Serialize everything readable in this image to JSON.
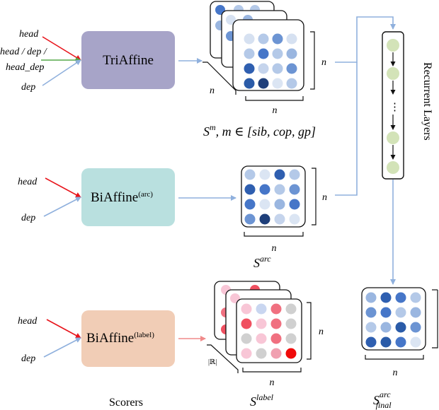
{
  "colors": {
    "head_arrow": "#e8141b",
    "dep_arrow": "#8fb0dd",
    "mixed_arrow": "#55a84a",
    "triaffine_box": "#a7a4c8",
    "biaffine_arc_box": "#b9e0df",
    "biaffine_label_box": "#f1cdb6",
    "connector": "#8fb0dd",
    "label_arrow": "#f08a8a",
    "rnn_node": "#d3e3b8"
  },
  "scorers": {
    "triaffine": {
      "label": "TriAffine",
      "inputs": {
        "head": "head",
        "mixed_line1": "head / dep /",
        "mixed_line2": "head_dep",
        "dep": "dep"
      }
    },
    "biaffine_arc": {
      "label": "BiAffine",
      "sup": "(arc)",
      "inputs": {
        "head": "head",
        "dep": "dep"
      }
    },
    "biaffine_label": {
      "label": "BiAffine",
      "sup": "(label)",
      "inputs": {
        "head": "head",
        "dep": "dep"
      }
    },
    "caption": "Scorers"
  },
  "matrices": {
    "sm": {
      "caption_base": "S",
      "caption_sup": "m",
      "caption_rest": ", m ∈ [sib, cop, gp]",
      "dim_depth": "n",
      "dim_right": "n",
      "dim_bottom": "n",
      "front_colors": [
        [
          "#d6e1f1",
          "#b4c9e8",
          "#6c94d3",
          "#d6e1f1"
        ],
        [
          "#b4c9e8",
          "#4676c8",
          "#b4c9e8",
          "#9ab6e0"
        ],
        [
          "#2f5fb0",
          "#c5d4ec",
          "#b4c9e8",
          "#6c94d3"
        ],
        [
          "#2a5ba8",
          "#1f3f7a",
          "#dbe5f3",
          "#b4c9e8"
        ]
      ],
      "back_corner_colors": [
        "#4676c8",
        "#b4c9e8",
        "#9ab6e0"
      ]
    },
    "sarc": {
      "caption_base": "S",
      "caption_sup": "arc",
      "dim_right": "n",
      "dim_bottom": "n",
      "colors": [
        [
          "#b4c9e8",
          "#dbe5f3",
          "#2f5fb0",
          "#b4c9e8"
        ],
        [
          "#2f5fb0",
          "#4676c8",
          "#b4c9e8",
          "#6c94d3"
        ],
        [
          "#4676c8",
          "#dbe5f3",
          "#9ab6e0",
          "#4676c8"
        ],
        [
          "#6c94d3",
          "#1f3f7a",
          "#c5d4ec",
          "#dbe5f3"
        ]
      ]
    },
    "slabel": {
      "caption_base": "S",
      "caption_sup": "label",
      "dim_depth": "|ℝ|",
      "dim_right": "n",
      "dim_bottom": "n",
      "front_colors": [
        [
          "#f8c6d6",
          "#c9d6f0",
          "#f07080",
          "#d0d0d0"
        ],
        [
          "#f05060",
          "#f8c6d6",
          "#f07080",
          "#d0d0d0"
        ],
        [
          "#d0d0d0",
          "#f8c6d6",
          "#f07080",
          "#d0d0d0"
        ],
        [
          "#f8c6d6",
          "#d0d0d0",
          "#f0a0b0",
          "#f00a0a"
        ]
      ],
      "back_colors": [
        "#f8c6d6",
        "#f05060",
        "#f07080",
        "#f05060"
      ]
    },
    "sfinal": {
      "caption_base": "S",
      "caption_sup": "arc",
      "caption_sub": "final",
      "dim_bottom": "n",
      "colors": [
        [
          "#9ab6e0",
          "#2f5fb0",
          "#4676c8",
          "#b4c9e8"
        ],
        [
          "#6c94d3",
          "#4676c8",
          "#b4c9e8",
          "#9ab6e0"
        ],
        [
          "#b4c9e8",
          "#9ab6e0",
          "#2a5ba8",
          "#6c94d3"
        ],
        [
          "#2f5fb0",
          "#2a5ba8",
          "#4676c8",
          "#dbe5f3"
        ]
      ]
    }
  },
  "rnn": {
    "label": "Recurrent Layers",
    "dots": "⋮"
  }
}
